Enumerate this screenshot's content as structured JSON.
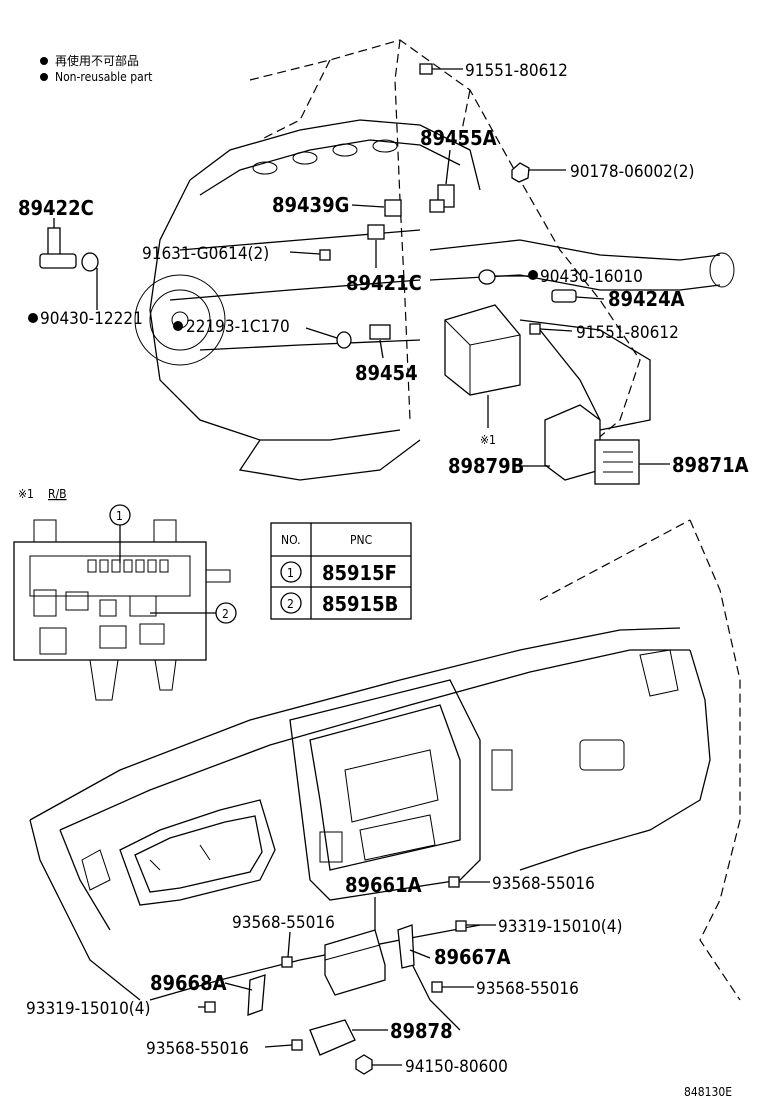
{
  "legend": {
    "jp": "再使用不可部品",
    "en": "Non-reusable part"
  },
  "labels": {
    "l91551_top": "91551-80612",
    "l89455A": "89455A",
    "l90178": "90178-06002(2)",
    "l89422C": "89422C",
    "l89439G": "89439G",
    "l91631": "91631-G0614(2)",
    "l89421C": "89421C",
    "l90430_16010": "90430-16010",
    "l89424A": "89424A",
    "l90430_12221": "90430-12221",
    "l22193": "22193-1C170",
    "l91551_mid": "91551-80612",
    "l89454": "89454",
    "note1": "※1",
    "l89879B": "89879B",
    "l89871A": "89871A",
    "l89661A": "89661A",
    "l93568_a": "93568-55016",
    "l93568_b": "93568-55016",
    "l93319_a": "93319-15010(4)",
    "l89667A": "89667A",
    "l89668A": "89668A",
    "l93568_c": "93568-55016",
    "l93319_b": "93319-15010(4)",
    "l89878": "89878",
    "l93568_d": "93568-55016",
    "l94150": "94150-80600"
  },
  "rb": {
    "title": "※1",
    "title_sub": "R/B",
    "callout1": "1",
    "callout2": "2"
  },
  "pnc_table": {
    "header_no": "NO.",
    "header_pnc": "PNC",
    "rows": [
      {
        "no": "1",
        "pnc": "85915F"
      },
      {
        "no": "2",
        "pnc": "85915B"
      }
    ]
  },
  "diagram_id": "848130E"
}
